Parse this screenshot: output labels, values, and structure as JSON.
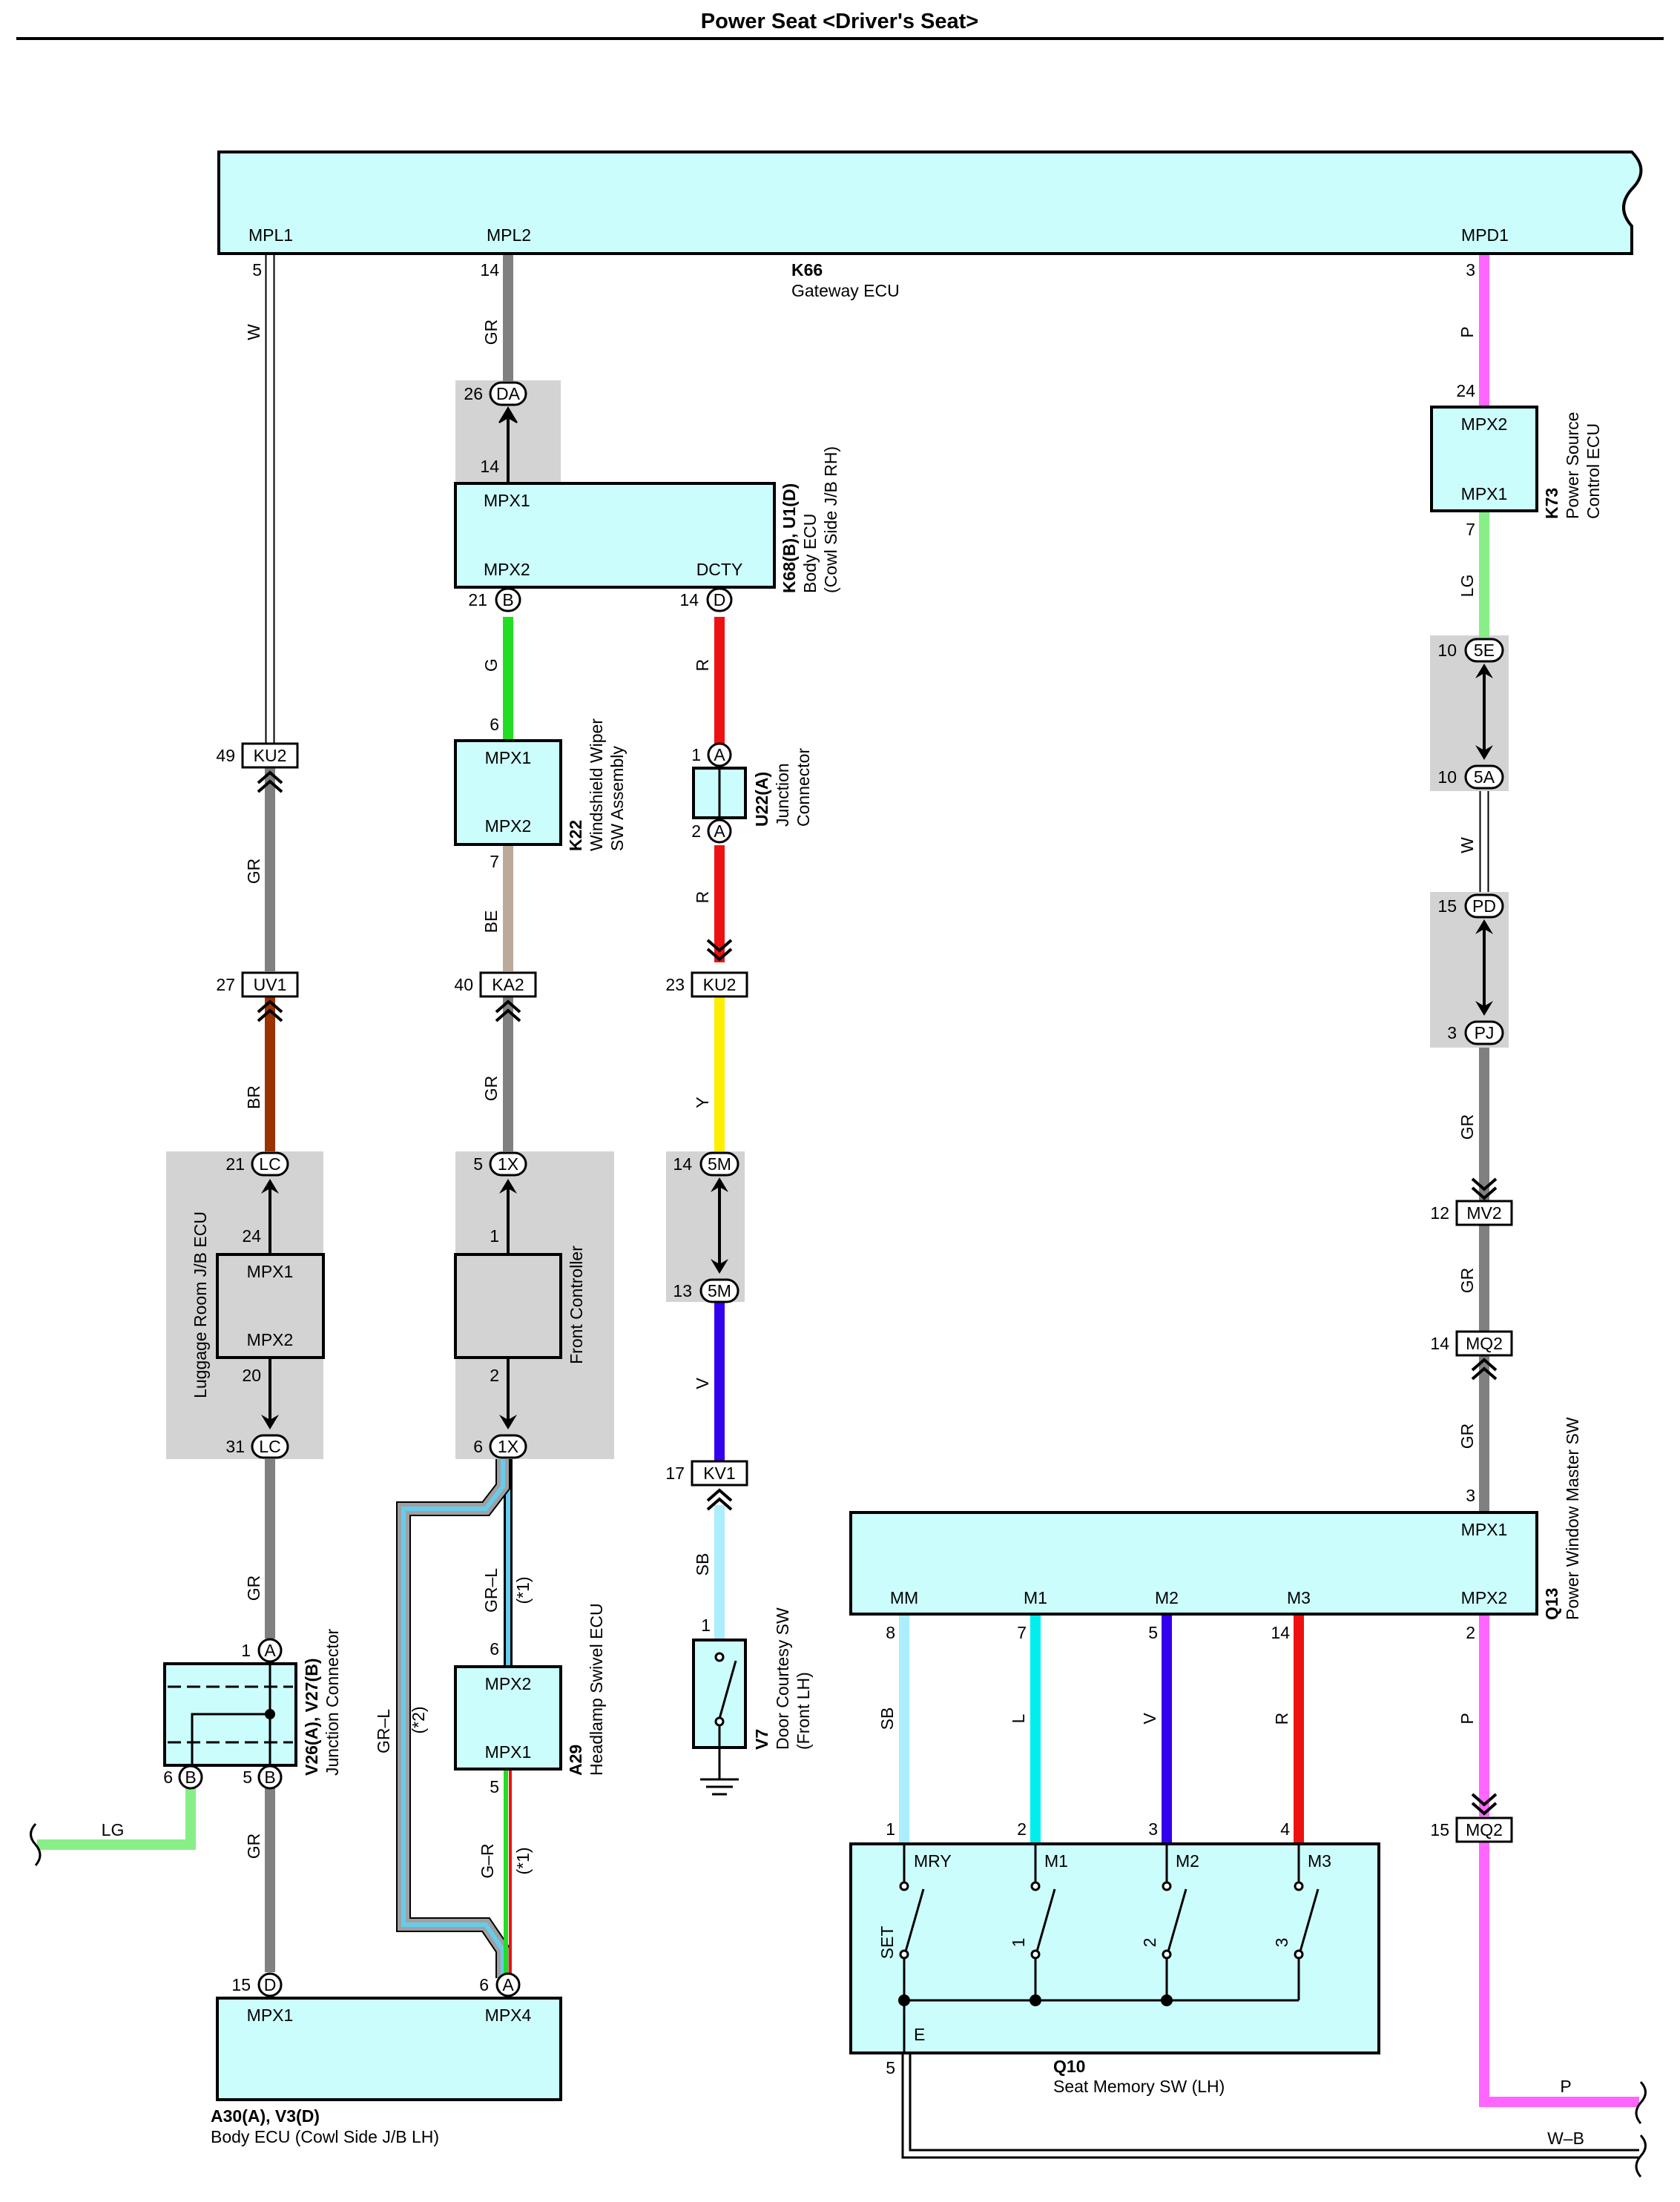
{
  "title": "Power Seat <Driver's Seat>",
  "colors": {
    "box_fill": "#ccfdfd",
    "shade": "#d3d3d3",
    "wire_GR": "#808080",
    "wire_W": "#ffffff",
    "wire_P": "#ff66ff",
    "wire_LG": "#88ee88",
    "wire_G": "#22dd22",
    "wire_R": "#ee1111",
    "wire_BE": "#bba999",
    "wire_Y": "#ffee00",
    "wire_BR": "#993300",
    "wire_V": "#3300ee",
    "wire_SB": "#aaeeff",
    "wire_L": "#00eeee",
    "wire_GR-L": "#66ccee"
  },
  "components": {
    "k66": {
      "id": "K66",
      "name": "Gateway ECU",
      "pin_mpl1": "MPL1",
      "pin_mpl2": "MPL2",
      "pin_mpd1": "MPD1"
    },
    "k68": {
      "id": "K68(B), U1(D)",
      "name": "Body ECU",
      "sub": "(Cowl Side J/B RH)",
      "pin_mpx1": "MPX1",
      "pin_mpx2": "MPX2",
      "pin_dcty": "DCTY"
    },
    "k73": {
      "name1": "Power Source",
      "name2": "Control ECU",
      "id": "K73",
      "pin_mpx2": "MPX2",
      "pin_mpx1": "MPX1"
    },
    "k22": {
      "id": "K22",
      "name1": "Windshield Wiper",
      "name2": "SW Assembly",
      "pin_mpx1": "MPX1",
      "pin_mpx2": "MPX2"
    },
    "u22": {
      "id": "U22(A)",
      "name1": "Junction",
      "name2": "Connector"
    },
    "luggage": {
      "name": "Luggage Room J/B ECU",
      "pin_mpx1": "MPX1",
      "pin_mpx2": "MPX2"
    },
    "front_controller": {
      "name": "Front Controller"
    },
    "v26": {
      "id": "V26(A), V27(B)",
      "name": "Junction Connector"
    },
    "a29": {
      "id": "A29",
      "name": "Headlamp Swivel ECU",
      "pin_mpx2": "MPX2",
      "pin_mpx1": "MPX1"
    },
    "v7": {
      "id": "V7",
      "name1": "Door Courtesy SW",
      "name2": "(Front LH)"
    },
    "q13": {
      "id": "Q13",
      "name": "Power Window Master SW",
      "pin_mpx1": "MPX1",
      "pin_mm": "MM",
      "pin_m1": "M1",
      "pin_m2": "M2",
      "pin_m3": "M3",
      "pin_mpx2": "MPX2"
    },
    "q10": {
      "id": "Q10",
      "name": "Seat Memory SW (LH)",
      "pin_mry": "MRY",
      "pin_m1": "M1",
      "pin_m2": "M2",
      "pin_m3": "M3",
      "pin_e": "E",
      "sw_set": "SET",
      "sw_1": "1",
      "sw_2": "2",
      "sw_3": "3"
    },
    "a30": {
      "id": "A30(A), V3(D)",
      "name": "Body ECU (Cowl Side J/B LH)",
      "pin_mpx1": "MPX1",
      "pin_mpx4": "MPX4"
    }
  },
  "connectors": {
    "da": "DA",
    "b": "B",
    "d": "D",
    "a": "A",
    "ku2": "KU2",
    "uv1": "UV1",
    "ka2": "KA2",
    "lc": "LC",
    "x1": "1X",
    "m5": "5M",
    "kv1": "KV1",
    "e5": "5E",
    "a5": "5A",
    "pd": "PD",
    "pj": "PJ",
    "mv2": "MV2",
    "mq2": "MQ2"
  },
  "pins": {
    "p1": "1",
    "p2": "2",
    "p3": "3",
    "p4": "4",
    "p5": "5",
    "p6": "6",
    "p7": "7",
    "p8": "8",
    "p10": "10",
    "p12": "12",
    "p13": "13",
    "p14": "14",
    "p15": "15",
    "p17": "17",
    "p20": "20",
    "p21": "21",
    "p23": "23",
    "p24": "24",
    "p26": "26",
    "p27": "27",
    "p31": "31",
    "p40": "40",
    "p49": "49"
  },
  "wires": {
    "w": "W",
    "gr": "GR",
    "p": "P",
    "lg": "LG",
    "g": "G",
    "r": "R",
    "be": "BE",
    "y": "Y",
    "br": "BR",
    "v": "V",
    "sb": "SB",
    "l": "L",
    "gr_l": "GR–L",
    "g_r": "G–R",
    "w_b": "W–B"
  },
  "notes": {
    "n1": "(*1)",
    "n2": "(*2)"
  }
}
